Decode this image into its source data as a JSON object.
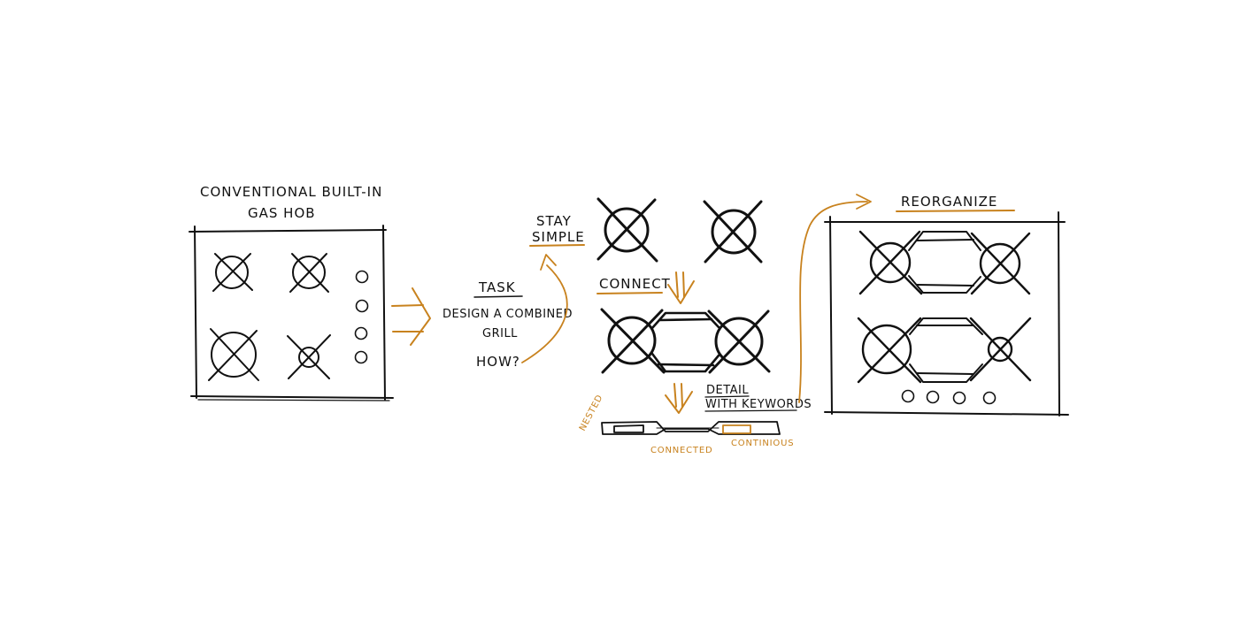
{
  "colors": {
    "ink": "#111111",
    "accent": "#c8821e",
    "background": "#ffffff"
  },
  "panel1": {
    "title_line1": "CONVENTIONAL BUILT-IN",
    "title_line2": "GAS HOB"
  },
  "task": {
    "heading": "TASK",
    "line1": "DESIGN A COMBINED",
    "line2": "GRILL",
    "question": "HOW?"
  },
  "stay": {
    "line1": "STAY",
    "line2": "SIMPLE"
  },
  "connect": {
    "label": "CONNECT"
  },
  "detail": {
    "line1": "DETAIL",
    "line2": "WITH KEYWORDS"
  },
  "keywords": {
    "nested": "NESTED",
    "connected": "CONNECTED",
    "continuous": "CONTINIOUS"
  },
  "panel3": {
    "title": "REORGANIZE"
  }
}
